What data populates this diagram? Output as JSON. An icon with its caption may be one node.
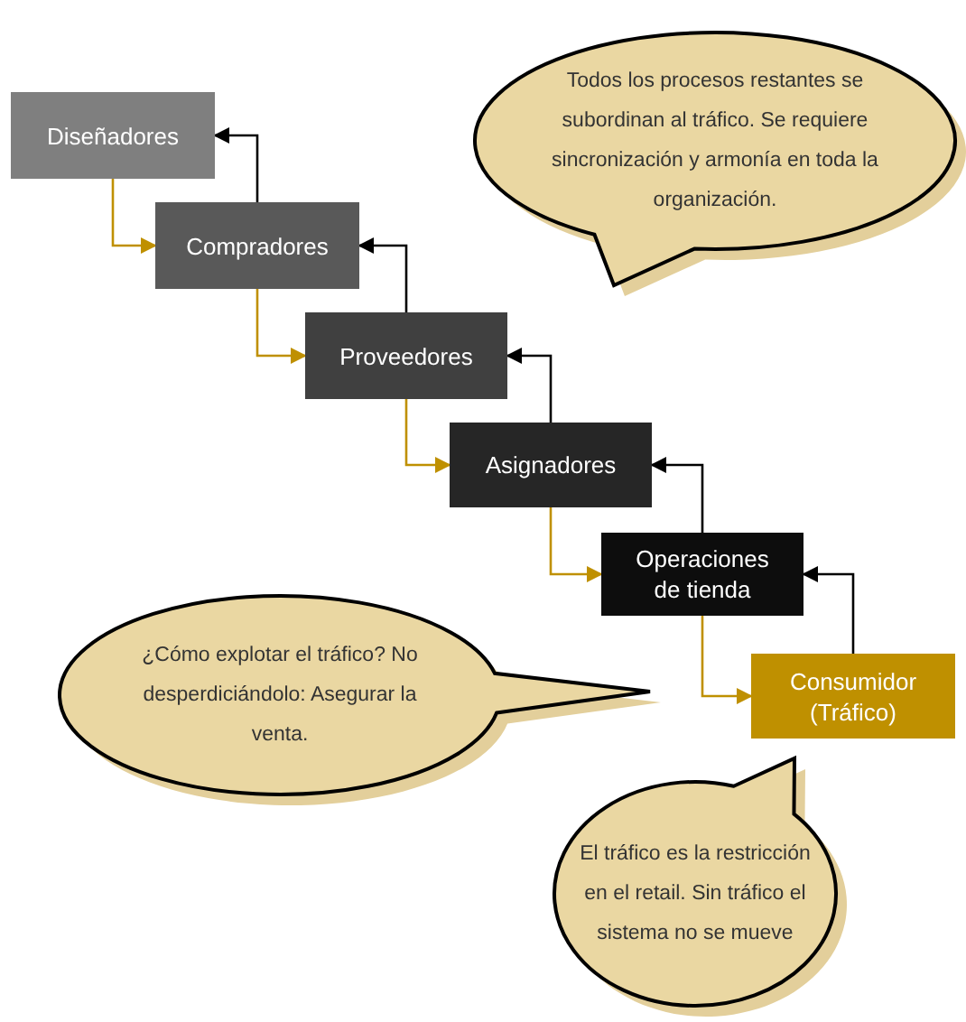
{
  "diagram": {
    "nodes": [
      {
        "text": [
          "Diseñadores"
        ]
      },
      {
        "text": [
          "Compradores"
        ]
      },
      {
        "text": [
          "Proveedores"
        ]
      },
      {
        "text": [
          "Asignadores"
        ]
      },
      {
        "text": [
          "Operaciones de tienda"
        ]
      },
      {
        "text": [
          "Consumidor (Tráfico)"
        ]
      },
      {
        "text": [
          "Todos los procesos restantes se subordinan al tráfico. Se requiere sincronización y armonía en toda la organización."
        ]
      },
      {
        "text": [
          "¿Cómo explotar el tráfico? No desperdiciándolo: Asegurar la venta."
        ]
      },
      {
        "text": [
          "El tráfico es la restricción en el retail. Sin tráfico el sistema no se mueve"
        ]
      }
    ],
    "edges": [
      {
        "from": 0,
        "to": 1,
        "arrow": "to",
        "color": "#bf9000"
      },
      {
        "from": 1,
        "to": 0,
        "arrow": "to",
        "color": "#000000"
      },
      {
        "from": 1,
        "to": 2,
        "arrow": "to",
        "color": "#bf9000"
      },
      {
        "from": 2,
        "to": 1,
        "arrow": "to",
        "color": "#000000"
      },
      {
        "from": 2,
        "to": 3,
        "arrow": "to",
        "color": "#bf9000"
      },
      {
        "from": 3,
        "to": 2,
        "arrow": "to",
        "color": "#000000"
      },
      {
        "from": 3,
        "to": 4,
        "arrow": "to",
        "color": "#bf9000"
      },
      {
        "from": 4,
        "to": 3,
        "arrow": "to",
        "color": "#000000"
      },
      {
        "from": 4,
        "to": 5,
        "arrow": "to",
        "color": "#bf9000"
      },
      {
        "from": 5,
        "to": 4,
        "arrow": "to",
        "color": "#000000"
      }
    ]
  }
}
